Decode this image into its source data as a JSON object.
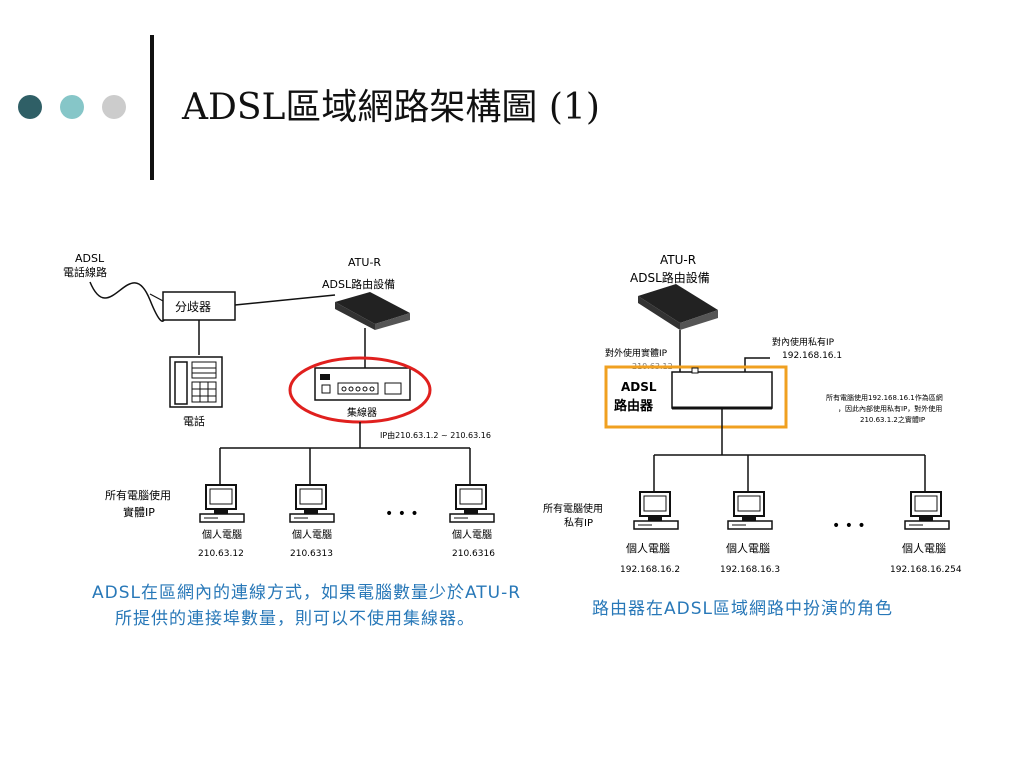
{
  "slide": {
    "title": "ADSL區域網路架構圖 (1)",
    "dot_colors": [
      "#2f5f66",
      "#86c6c8",
      "#cccccc"
    ]
  },
  "left": {
    "adsl_line": [
      "ADSL",
      "電話線路"
    ],
    "splitter": "分歧器",
    "atu_r": [
      "ATU-R",
      "ADSL路由設備"
    ],
    "phone": "電話",
    "hub": "集線器",
    "ip_range": "IP由210.63.1.2 ~ 210.63.16",
    "all_pcs": [
      "所有電腦使用",
      "實體IP"
    ],
    "pcs": [
      {
        "label": "個人電腦",
        "ip": "210.63.12"
      },
      {
        "label": "個人電腦",
        "ip": "210.6313"
      },
      {
        "label": "個人電腦",
        "ip": "210.6316"
      }
    ],
    "ellipsis": "• • •",
    "caption": [
      "ADSL在區網內的連線方式，如果電腦數量少於ATU-R",
      "所提供的連接埠數量，則可以不使用集線器。"
    ]
  },
  "right": {
    "atu_r": [
      "ATU-R",
      "ADSL路由設備"
    ],
    "external_ip": [
      "對外使用實體IP",
      "210.63.12"
    ],
    "internal_ip": [
      "對內使用私有IP",
      "192.168.16.1"
    ],
    "router_label": [
      "ADSL",
      "路由器"
    ],
    "note": [
      "所有電腦使用192.168.16.1作為區網",
      "，因此內部使用私有IP，對外使用",
      "210.63.1.2之實體IP"
    ],
    "all_pcs": [
      "所有電腦使用",
      "私有IP"
    ],
    "pcs": [
      {
        "label": "個人電腦",
        "ip": "192.168.16.2"
      },
      {
        "label": "個人電腦",
        "ip": "192.168.16.3"
      },
      {
        "label": "個人電腦",
        "ip": "192.168.16.254"
      }
    ],
    "ellipsis": "• • •",
    "caption": "路由器在ADSL區域網路中扮演的角色"
  },
  "colors": {
    "hub_highlight": "#e0201e",
    "router_highlight": "#f0a020",
    "caption": "#2878b8"
  }
}
